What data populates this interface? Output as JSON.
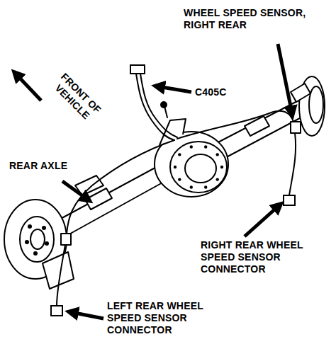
{
  "diagram": {
    "labels": [
      "WHEEL SPEED SENSOR, RIGHT REAR",
      "C405C",
      "FRONT OF VEHICLE",
      "REAR AXLE",
      "RIGHT REAR WHEEL SPEED SENSOR CONNECTOR",
      "LEFT REAR WHEEL SPEED SENSOR CONNECTOR"
    ]
  }
}
